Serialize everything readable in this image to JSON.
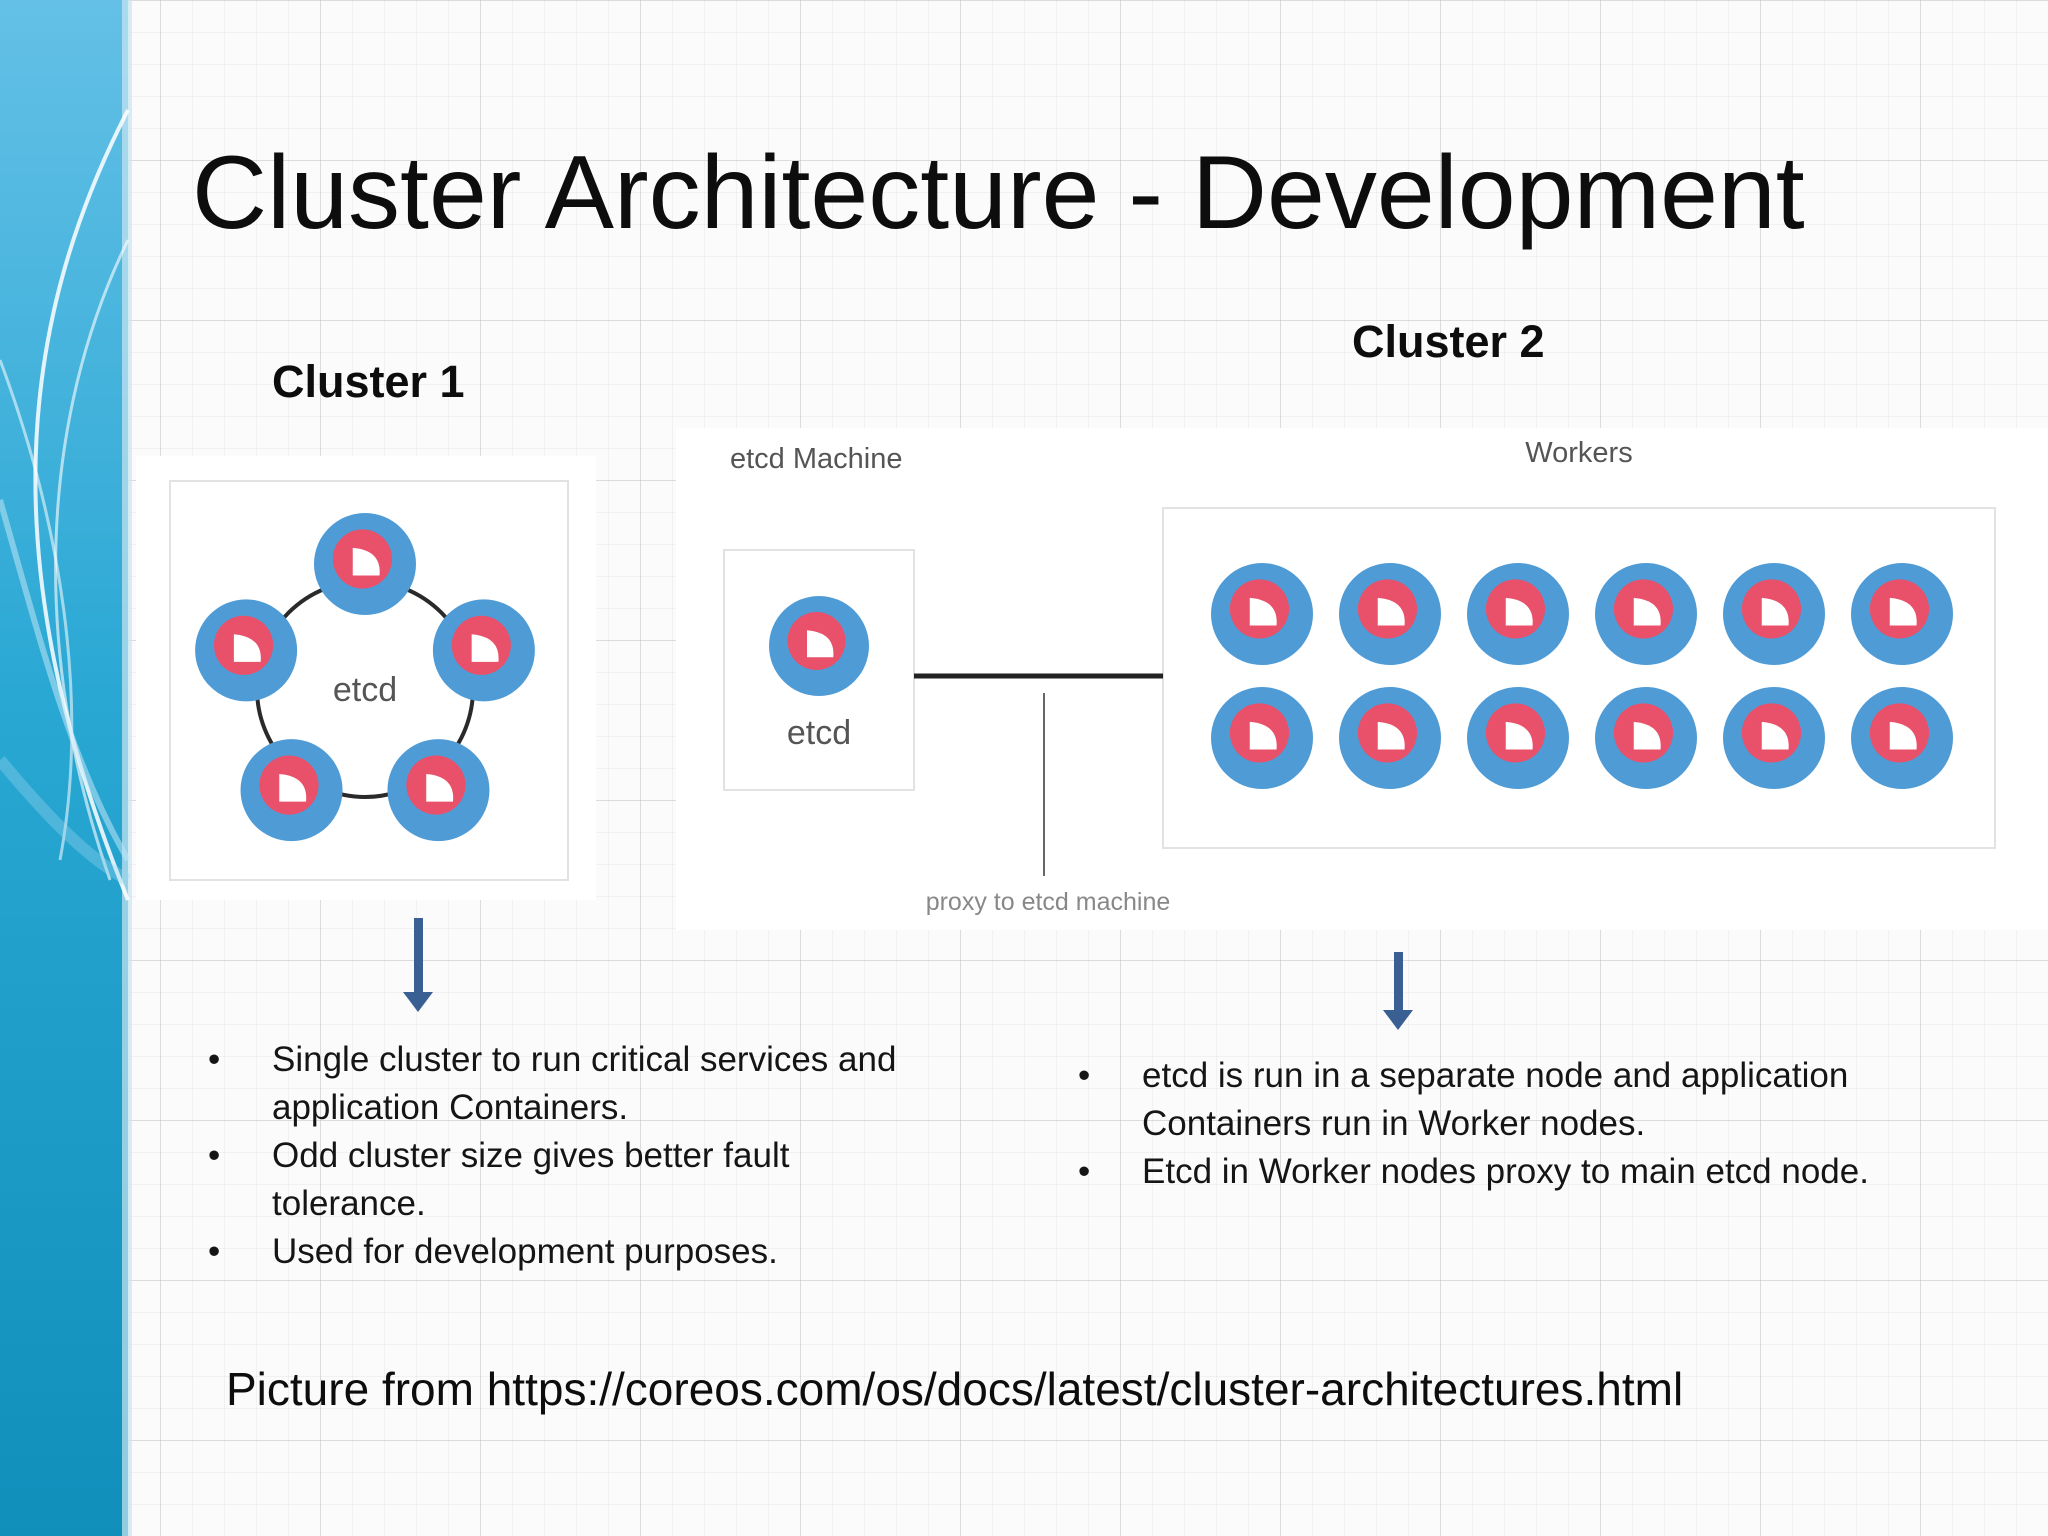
{
  "slide": {
    "title": "Cluster Architecture - Development",
    "source_note": "Picture from https://coreos.com/os/docs/latest/cluster-architectures.html"
  },
  "cluster1": {
    "heading": "Cluster 1",
    "center_label": "etcd",
    "node_count": 5,
    "bullets": [
      "Single cluster to run critical services and application Containers.",
      "Odd cluster size gives better fault tolerance.",
      "Used for development purposes."
    ]
  },
  "cluster2": {
    "heading": "Cluster 2",
    "etcd_machine_label": "etcd Machine",
    "etcd_node_label": "etcd",
    "workers_label": "Workers",
    "proxy_label": "proxy to etcd machine",
    "worker_rows": 2,
    "worker_cols": 6,
    "bullets": [
      "etcd is run in a separate node and application Containers run in Worker nodes.",
      "Etcd in Worker nodes proxy to main etcd node."
    ]
  },
  "colors": {
    "node_outer": "#4f9bd6",
    "node_ring": "#e9506a",
    "node_core": "#ffffff",
    "arrow": "#3a5f93",
    "connector": "#222222",
    "side_band": "#1aa0c8"
  }
}
